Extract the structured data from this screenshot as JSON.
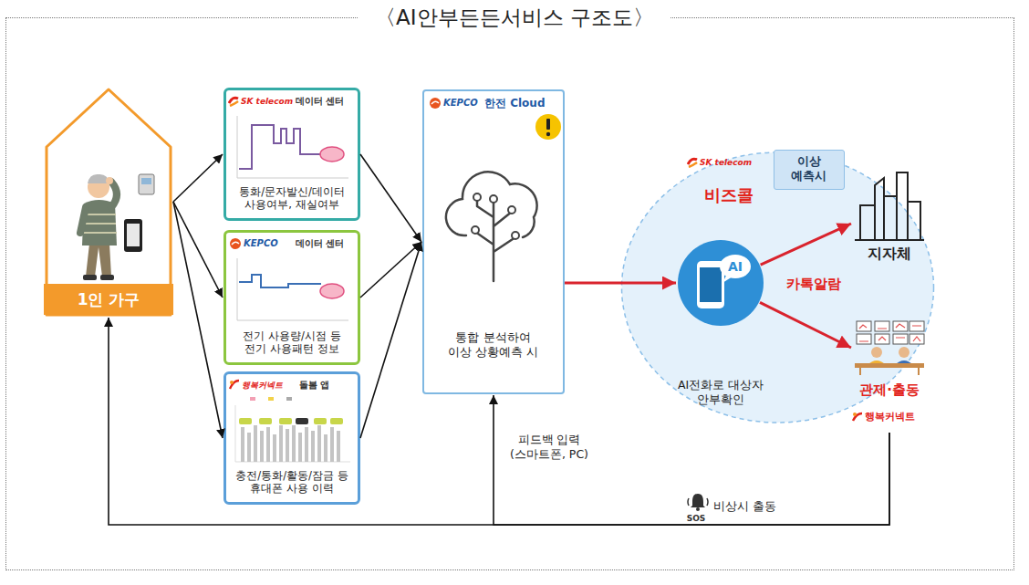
{
  "diagram": {
    "title": "〈AI안부든든서비스 구조도〉",
    "nodes": [
      {
        "text": [
          "1인 가구"
        ]
      },
      {
        "text": [
          "SK telecom",
          "데이터 센터",
          "통화/문자발신/데이터 사용여부, 재실여부"
        ]
      },
      {
        "text": [
          "KEPCO",
          "데이터 센터",
          "전기 사용량/시점 등 전기 사용패턴 정보"
        ]
      },
      {
        "text": [
          "행복커넥트",
          "돌봄 앱",
          "충전/통화/활동/잠금 등 휴대폰 사용 이력"
        ]
      },
      {
        "text": [
          "KEPCO",
          "한전 Cloud",
          "통합 분석하여 이상 상황예측 시"
        ]
      },
      {
        "text": [
          "SK telecom",
          "비즈콜"
        ]
      },
      {
        "text": [
          "이상 예측시"
        ],
        "in": 5
      },
      {
        "text": [
          "AI",
          "AI전화로 대상자 안부확인"
        ],
        "in": 5
      },
      {
        "text": [
          "지자체"
        ],
        "in": 5
      },
      {
        "text": [
          "관제·출동",
          "행복커넥트"
        ],
        "in": 5
      }
    ],
    "edges": [
      {
        "from": 0,
        "to": 1,
        "arrow": "to"
      },
      {
        "from": 0,
        "to": 2,
        "arrow": "to"
      },
      {
        "from": 0,
        "to": 3,
        "arrow": "to"
      },
      {
        "from": 1,
        "to": 4,
        "arrow": "to"
      },
      {
        "from": 2,
        "to": 4,
        "arrow": "to"
      },
      {
        "from": 3,
        "to": 4,
        "arrow": "to"
      },
      {
        "from": 4,
        "to": 7,
        "arrow": "to"
      },
      {
        "from": 7,
        "to": 8,
        "arrow": "to"
      },
      {
        "from": 7,
        "to": 9,
        "arrow": "to"
      },
      {
        "from": 9,
        "to": 0,
        "arrow": "to",
        "label": "비상시 출동"
      },
      {
        "from": 9,
        "to": 4,
        "arrow": "to",
        "label": "피드백 입력 (스마트폰, PC)"
      }
    ],
    "labels": [
      "카톡알람",
      "SOS"
    ]
  }
}
